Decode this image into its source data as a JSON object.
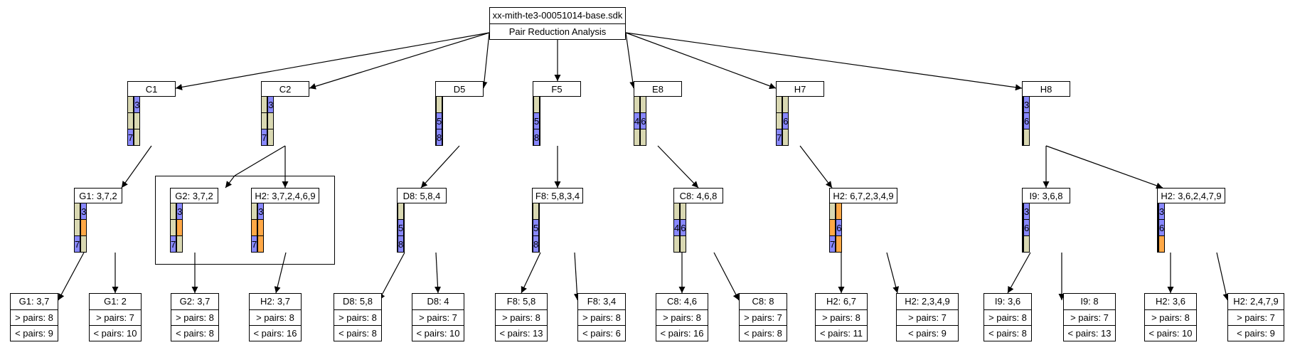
{
  "colors": {
    "empty": "#d9d8b2",
    "filled": "#8888ff",
    "removed": "#ffa846"
  },
  "root": {
    "file": "xx-mith-te3-00051014-base.sdk",
    "title": "Pair Reduction Analysis"
  },
  "level1": [
    {
      "id": "c1",
      "label": "C1",
      "cells": [
        "e",
        "e",
        "b3",
        "e",
        "e",
        "e",
        "b7",
        "e",
        "e"
      ]
    },
    {
      "id": "c2",
      "label": "C2",
      "cells": [
        "e",
        "e",
        "b3",
        "e",
        "e",
        "e",
        "b7",
        "e",
        "e"
      ]
    },
    {
      "id": "d5",
      "label": "D5",
      "cells": [
        "e",
        "e",
        "e",
        "e",
        "b5",
        "e",
        "e",
        "b8",
        "e"
      ]
    },
    {
      "id": "f5",
      "label": "F5",
      "cells": [
        "e",
        "e",
        "e",
        "e",
        "b5",
        "e",
        "e",
        "b8",
        "e"
      ]
    },
    {
      "id": "e8",
      "label": "E8",
      "cells": [
        "e",
        "e",
        "e",
        "b4",
        "e",
        "b6",
        "e",
        "e",
        "e"
      ]
    },
    {
      "id": "h7",
      "label": "H7",
      "cells": [
        "e",
        "e",
        "e",
        "e",
        "e",
        "b6",
        "b7",
        "e",
        "e"
      ]
    },
    {
      "id": "h8",
      "label": "H8",
      "cells": [
        "e",
        "e",
        "b3",
        "e",
        "e",
        "b6",
        "e",
        "e",
        "e"
      ]
    }
  ],
  "level2": [
    {
      "id": "g1",
      "label": "G1: 3,7,2",
      "cells": [
        "e",
        "o",
        "b3",
        "e",
        "e",
        "o",
        "b7",
        "e",
        "e"
      ]
    },
    {
      "id": "g2",
      "label": "G2: 3,7,2",
      "cells": [
        "e",
        "o",
        "b3",
        "e",
        "e",
        "o",
        "b7",
        "e",
        "e"
      ]
    },
    {
      "id": "h2a",
      "label": "H2: 3,7,2,4,6,9",
      "cells": [
        "e",
        "o",
        "b3",
        "o",
        "o",
        "o",
        "b7",
        "e",
        "o"
      ]
    },
    {
      "id": "d8",
      "label": "D8: 5,8,4",
      "cells": [
        "e",
        "e",
        "e",
        "o",
        "b5",
        "e",
        "e",
        "b8",
        "e"
      ]
    },
    {
      "id": "f8",
      "label": "F8: 5,8,3,4",
      "cells": [
        "e",
        "e",
        "o",
        "o",
        "b5",
        "e",
        "e",
        "b8",
        "e"
      ]
    },
    {
      "id": "c8",
      "label": "C8: 4,6,8",
      "cells": [
        "e",
        "e",
        "e",
        "b4",
        "e",
        "b6",
        "e",
        "o",
        "e"
      ]
    },
    {
      "id": "h2b",
      "label": "H2: 6,7,2,3,4,9",
      "cells": [
        "e",
        "o",
        "o",
        "o",
        "e",
        "b6",
        "b7",
        "e",
        "o"
      ]
    },
    {
      "id": "i9",
      "label": "I9: 3,6,8",
      "cells": [
        "e",
        "e",
        "b3",
        "e",
        "e",
        "b6",
        "e",
        "o",
        "e"
      ]
    },
    {
      "id": "h2c",
      "label": "H2: 3,6,2,4,7,9",
      "cells": [
        "e",
        "o",
        "b3",
        "o",
        "e",
        "b6",
        "o",
        "e",
        "o"
      ]
    }
  ],
  "leaves": [
    {
      "id": "l1",
      "label": "G1: 3,7",
      "more": "> pairs: 8",
      "less": "< pairs: 9"
    },
    {
      "id": "l2",
      "label": "G1: 2",
      "more": "> pairs: 7",
      "less": "< pairs: 10"
    },
    {
      "id": "l3",
      "label": "G2: 3,7",
      "more": "> pairs: 8",
      "less": "< pairs: 8"
    },
    {
      "id": "l4",
      "label": "H2: 3,7",
      "more": "> pairs: 8",
      "less": "< pairs: 16"
    },
    {
      "id": "l5",
      "label": "D8: 5,8",
      "more": "> pairs: 8",
      "less": "< pairs: 8"
    },
    {
      "id": "l6",
      "label": "D8: 4",
      "more": "> pairs: 7",
      "less": "< pairs: 10"
    },
    {
      "id": "l7",
      "label": "F8: 5,8",
      "more": "> pairs: 8",
      "less": "< pairs: 13"
    },
    {
      "id": "l8",
      "label": "F8: 3,4",
      "more": "> pairs: 8",
      "less": "< pairs: 6"
    },
    {
      "id": "l9",
      "label": "C8: 4,6",
      "more": "> pairs: 8",
      "less": "< pairs: 16"
    },
    {
      "id": "l10",
      "label": "C8: 8",
      "more": "> pairs: 7",
      "less": "< pairs: 8"
    },
    {
      "id": "l11",
      "label": "H2: 6,7",
      "more": "> pairs: 8",
      "less": "< pairs: 11"
    },
    {
      "id": "l12",
      "label": "H2: 2,3,4,9",
      "more": "> pairs: 7",
      "less": "< pairs: 9"
    },
    {
      "id": "l13",
      "label": "I9: 3,6",
      "more": "> pairs: 8",
      "less": "< pairs: 8"
    },
    {
      "id": "l14",
      "label": "I9: 8",
      "more": "> pairs: 7",
      "less": "< pairs: 13"
    },
    {
      "id": "l15",
      "label": "H2: 3,6",
      "more": "> pairs: 8",
      "less": "< pairs: 10"
    },
    {
      "id": "l16",
      "label": "H2: 2,4,7,9",
      "more": "> pairs: 7",
      "less": "< pairs: 9"
    }
  ]
}
